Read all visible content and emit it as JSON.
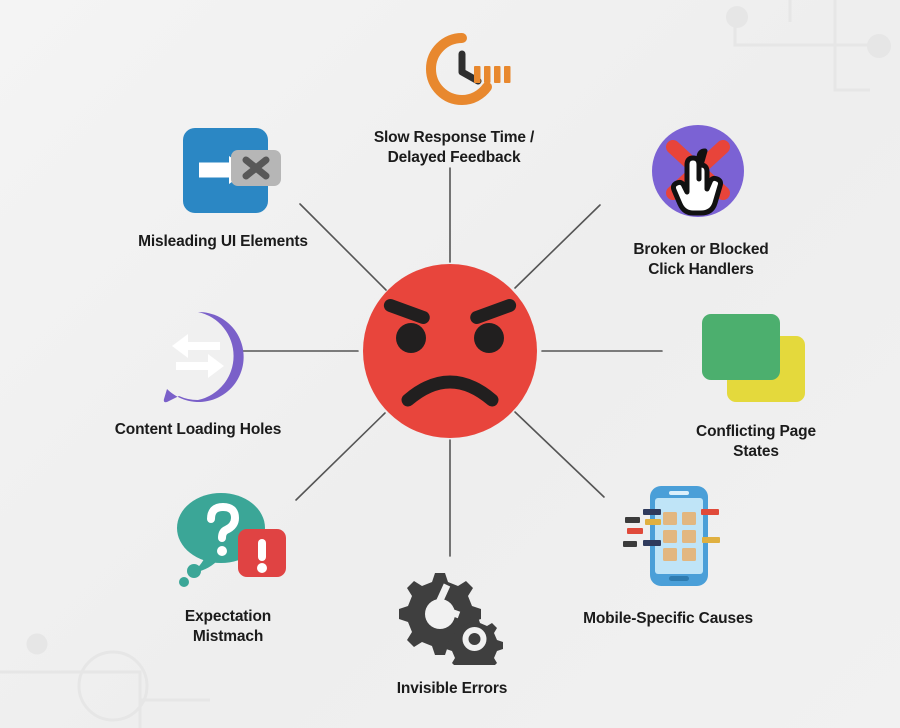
{
  "diagram": {
    "type": "hub-and-spoke",
    "center": {
      "name": "angry-face",
      "icon": "angry-face-icon",
      "color": "#E8453C",
      "label": ""
    },
    "background_color": "#f1f1f1",
    "connector_color": "#555555",
    "nodes": [
      {
        "id": "slow-response",
        "label": "Slow Response Time /\nDelayed Feedback",
        "icon": "clock-loading-icon",
        "colors": {
          "primary": "#E8882E",
          "secondary": "#2F2F2F"
        },
        "angle": "top"
      },
      {
        "id": "misleading-ui",
        "label": "Misleading UI Elements",
        "icon": "arrow-button-close-icon",
        "colors": {
          "primary": "#2B87C4",
          "secondary": "#B6B6B6",
          "accent": "#FFFFFF"
        },
        "angle": "top-left"
      },
      {
        "id": "broken-click-handlers",
        "label": "Broken or Blocked\nClick Handlers",
        "icon": "blocked-cursor-icon",
        "colors": {
          "primary": "#7B62D4",
          "secondary": "#E8443A",
          "accent": "#FFFFFF"
        },
        "angle": "top-right"
      },
      {
        "id": "content-loading-holes",
        "label": "Content Loading Holes",
        "icon": "exchange-bubble-icon",
        "colors": {
          "primary": "#7A60C9",
          "accent": "#FFFFFF"
        },
        "angle": "left"
      },
      {
        "id": "conflicting-page-states",
        "label": "Conflicting Page\nStates",
        "icon": "stacked-squares-icon",
        "colors": {
          "primary": "#4CAF6E",
          "secondary": "#E4D93C"
        },
        "angle": "right"
      },
      {
        "id": "expectation-mismatch",
        "label": "Expectation\nMistmach",
        "icon": "question-alert-bubble-icon",
        "colors": {
          "primary": "#3BA697",
          "secondary": "#E04343",
          "accent": "#FFFFFF"
        },
        "angle": "bottom-left"
      },
      {
        "id": "invisible-errors",
        "label": "Invisible Errors",
        "icon": "broken-gears-icon",
        "colors": {
          "primary": "#3F3F3F"
        },
        "angle": "bottom"
      },
      {
        "id": "mobile-specific-causes",
        "label": "Mobile-Specific Causes",
        "icon": "smartphone-glitch-icon",
        "colors": {
          "primary": "#4A9FD8",
          "secondary": "#BFE4F7",
          "accent": "#E2B780"
        },
        "angle": "bottom-right"
      }
    ]
  }
}
